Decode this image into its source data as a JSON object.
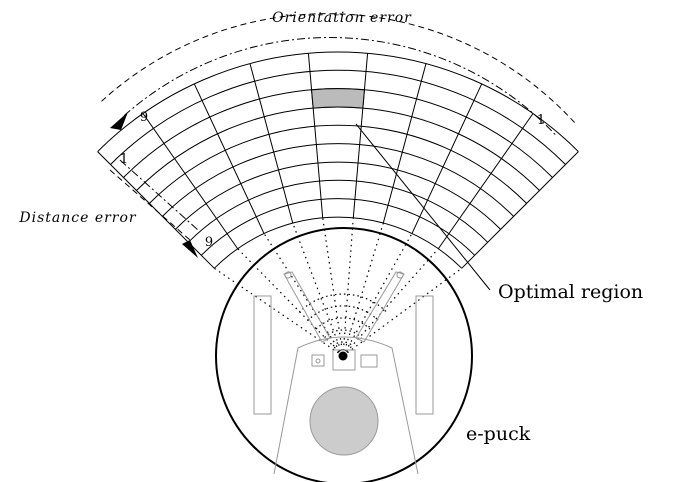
{
  "labels": {
    "orientation_error": "Orientation error",
    "distance_error": "Distance error",
    "optimal_region": "Optimal region",
    "robot": "e-puck",
    "orientation_start": "9",
    "orientation_end": "1",
    "distance_start": "1",
    "distance_end": "9"
  },
  "grid": {
    "orientation_bins": 9,
    "distance_bins": 9,
    "optimal_cell": {
      "orientation_index_from_right": 5,
      "distance_index_from_outer": 3
    }
  },
  "colors": {
    "stroke": "#000000",
    "robot_part": "#999999",
    "optimal_fill": "#bbbbbb",
    "wheel_disc": "#cccccc"
  },
  "icons": {
    "distance_arrow": "arrow-down-right-icon",
    "orientation_arrow": "arrow-down-left-icon",
    "camera": "camera-icon"
  }
}
